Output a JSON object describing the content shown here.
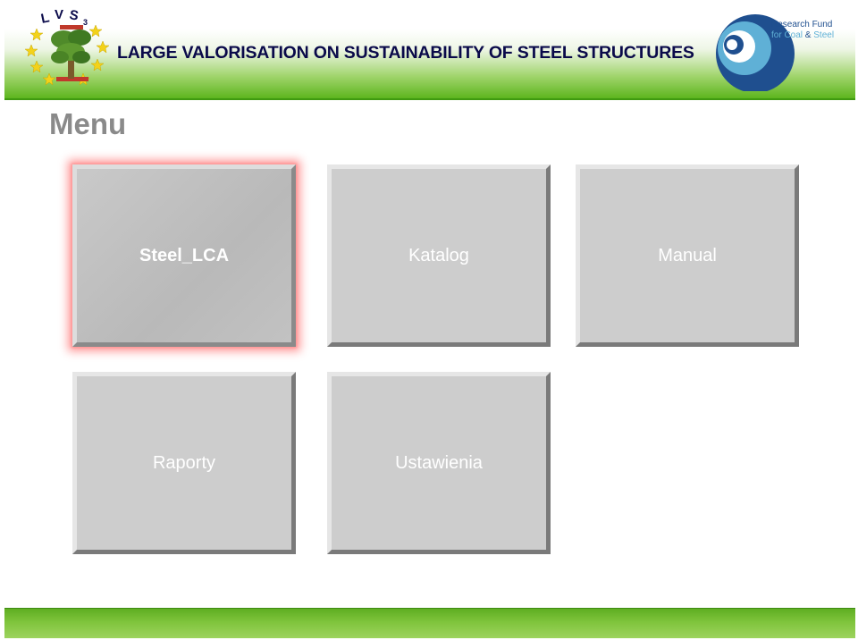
{
  "header": {
    "title": "LARGE VALORISATION ON SUSTAINABILITY OF STEEL STRUCTURES",
    "lvs_logo": {
      "text": "LVS",
      "superscript": "3",
      "icon": "lvs3-tree-logo"
    },
    "rfcs_logo": {
      "line1": "Research Fund",
      "line2_prefix": "for Coal ",
      "line2_amp": "&",
      "line2_suffix": " Steel",
      "icon": "rfcs-logo"
    }
  },
  "page": {
    "title": "Menu"
  },
  "menu": {
    "tiles": [
      {
        "label": "Steel_LCA",
        "active": true
      },
      {
        "label": "Katalog",
        "active": false
      },
      {
        "label": "Manual",
        "active": false
      },
      {
        "label": "Raporty",
        "active": false
      },
      {
        "label": "Ustawienia",
        "active": false
      }
    ]
  },
  "colors": {
    "header_green": "#5db51e",
    "title_navy": "#0a0a4a",
    "tile_gray": "#cdcdcd",
    "active_glow": "#ff9a9a",
    "menu_title_gray": "#8a8a8a"
  }
}
